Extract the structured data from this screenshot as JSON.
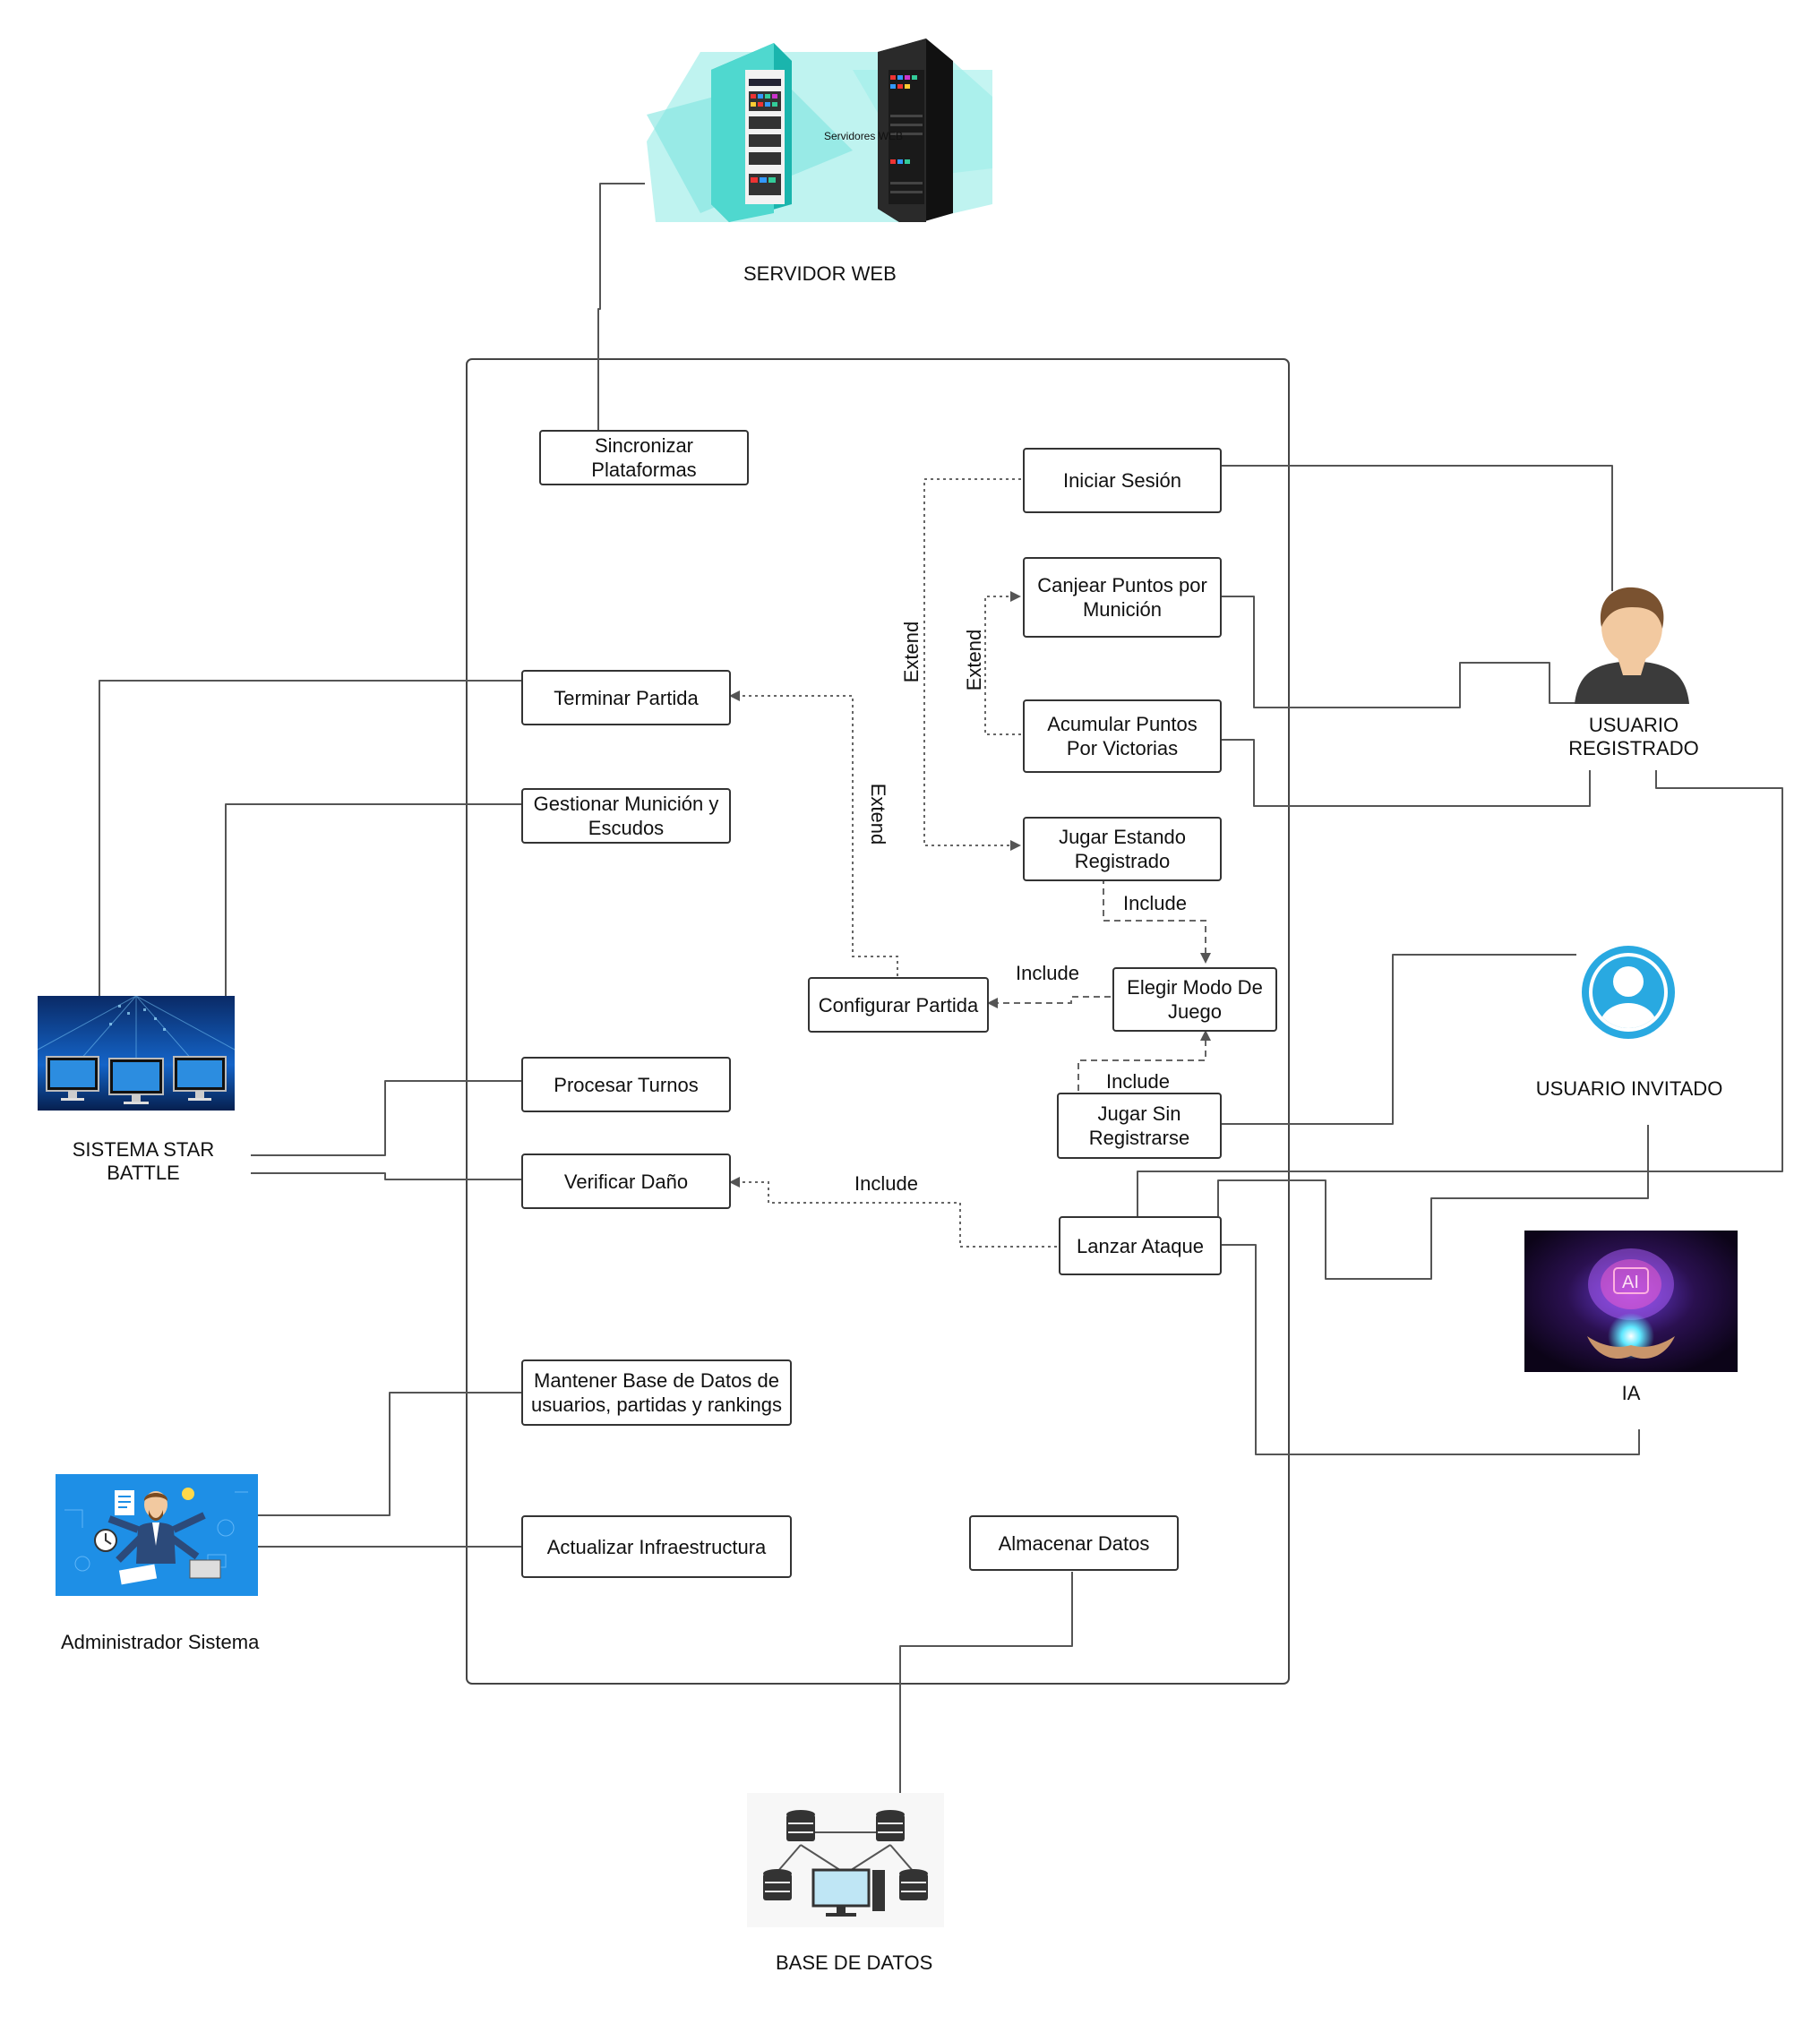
{
  "actors": {
    "servidor": {
      "label": "SERVIDOR WEB",
      "caption": "Servidores WEB",
      "icon": "server-rack-icon"
    },
    "registrado": {
      "label_line1": "USUARIO",
      "label_line2": "REGISTRADO",
      "icon": "user-avatar-icon"
    },
    "invitado": {
      "label": "USUARIO INVITADO",
      "icon": "guest-user-icon"
    },
    "sistema": {
      "label_line1": "SISTEMA STAR",
      "label_line2": "BATTLE",
      "icon": "monitors-icon"
    },
    "ia": {
      "label": "IA",
      "badge": "AI",
      "icon": "ai-brain-icon"
    },
    "admin": {
      "label": "Administrador Sistema",
      "icon": "admin-multitask-icon"
    },
    "bd": {
      "label": "BASE DE DATOS",
      "icon": "database-network-icon"
    }
  },
  "usecases": {
    "sincronizar": "Sincronizar Plataformas",
    "iniciar_sesion": "Iniciar Sesión",
    "canjear": "Canjear Puntos por Munición",
    "terminar": "Terminar Partida",
    "acumular": "Acumular Puntos Por Victorias",
    "gestionar": "Gestionar Munición y Escudos",
    "jugar_registrado": "Jugar Estando Registrado",
    "elegir_modo": "Elegir Modo De Juego",
    "configurar": "Configurar Partida",
    "procesar": "Procesar Turnos",
    "jugar_sin": "Jugar Sin Registrarse",
    "verificar": "Verificar Daño",
    "lanzar": "Lanzar Ataque",
    "mantener": "Mantener Base de Datos de usuarios, partidas y rankings",
    "actualizar": "Actualizar Infraestructura",
    "almacenar": "Almacenar Datos"
  },
  "relations": {
    "extend1": "Extend",
    "extend2": "Extend",
    "extend3": "Extend",
    "include1": "Include",
    "include2": "Include",
    "include3": "Include",
    "include4": "Include"
  },
  "colors": {
    "line": "#555555",
    "user_skin": "#f2c9a0",
    "user_hair": "#7a5230",
    "guest_blue": "#29a9e1",
    "teal": "#39d6d0",
    "admin_bg": "#1e8fe6",
    "sistema_bg": "#0c3f8f",
    "ia_bg": "#1a0a2e"
  }
}
